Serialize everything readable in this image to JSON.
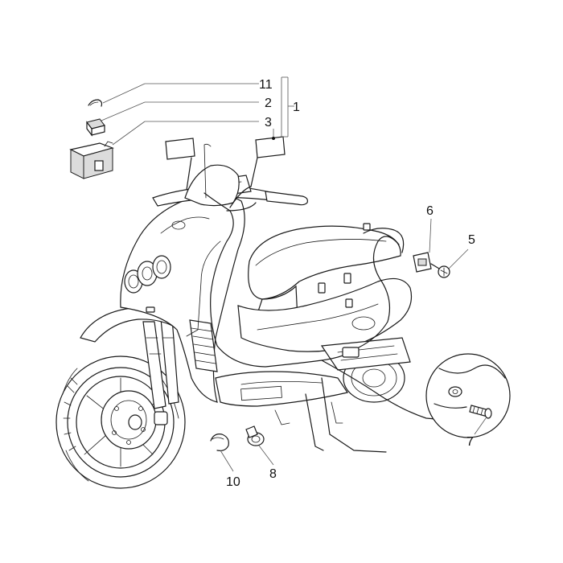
{
  "diagram": {
    "type": "exploded-parts-diagram",
    "subject": "scooter",
    "callouts": [
      {
        "label": "1"
      },
      {
        "label": "2"
      },
      {
        "label": "3"
      },
      {
        "label": "5"
      },
      {
        "label": "6"
      },
      {
        "label": "7"
      },
      {
        "label": "8"
      },
      {
        "label": "10"
      },
      {
        "label": "11"
      }
    ]
  }
}
